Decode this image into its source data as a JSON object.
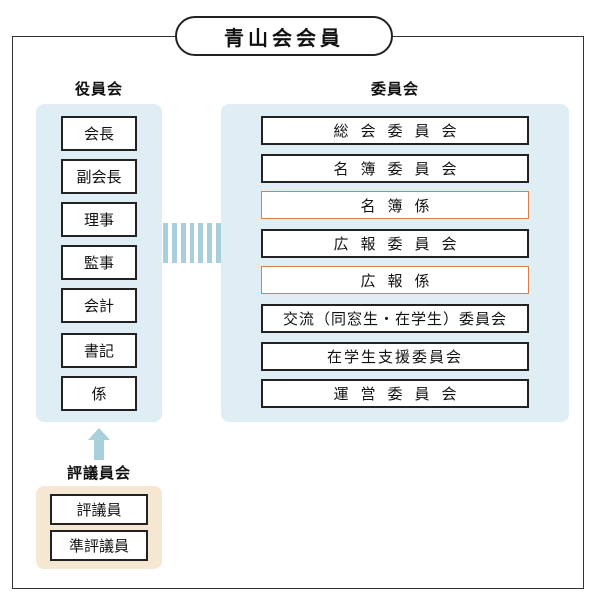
{
  "title": "青山会会員",
  "officers": {
    "label": "役員会",
    "items": [
      "会長",
      "副会長",
      "理事",
      "監事",
      "会計",
      "書記",
      "係"
    ]
  },
  "committees": {
    "label": "委員会",
    "items": [
      "総会委員会",
      "名簿委員会",
      "名簿係",
      "広報委員会",
      "広報係",
      "交流（同窓生・在学生）委員会",
      "在学生支援委員会",
      "運営委員会"
    ]
  },
  "councilors": {
    "label": "評議員会",
    "items": [
      "評議員",
      "準評議員"
    ]
  },
  "colors": {
    "panel_blue": "#deeef4",
    "panel_beige": "#f6e7d3",
    "connector": "#a9cfdc",
    "orange_border": "#d9814a"
  }
}
